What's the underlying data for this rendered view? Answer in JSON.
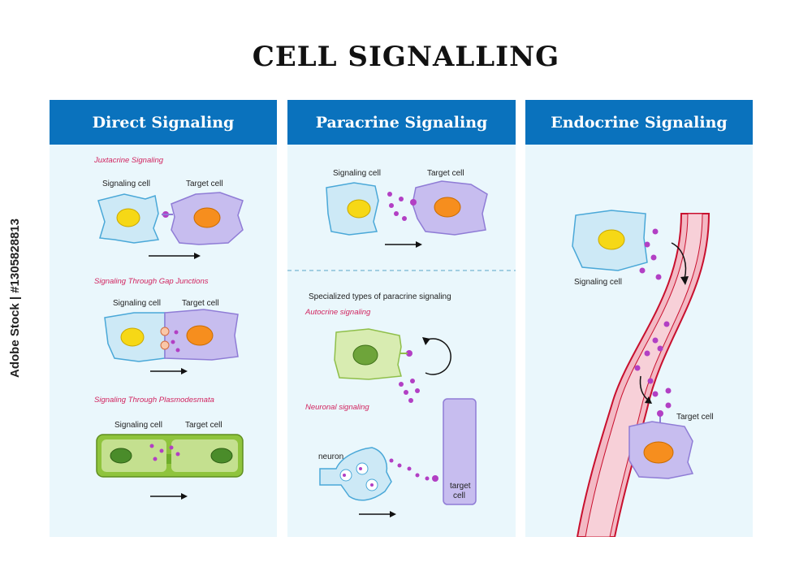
{
  "title": "CELL SIGNALLING",
  "watermark": "Adobe Stock | #1305828813",
  "panels": {
    "direct": {
      "heading": "Direct Signaling",
      "sections": [
        {
          "name": "Juxtacrine Signaling",
          "signaling": "Signaling cell",
          "target": "Target cell"
        },
        {
          "name": "Signaling Through Gap Junctions",
          "signaling": "Signaling cell",
          "target": "Target cell"
        },
        {
          "name": "Signaling Through Plasmodesmata",
          "signaling": "Signaling cell",
          "target": "Target cell"
        }
      ]
    },
    "paracrine": {
      "heading": "Paracrine Signaling",
      "signaling": "Signaling cell",
      "target": "Target cell",
      "specialized": "Specialized types of paracrine signaling",
      "autocrine": "Autocrine signaling",
      "neuronal": "Neuronal signaling",
      "neuron": "neuron",
      "target_cell_line1": "target",
      "target_cell_line2": "cell"
    },
    "endocrine": {
      "heading": "Endocrine Signaling",
      "signaling": "Signaling cell",
      "target": "Target cell"
    }
  },
  "colors": {
    "header": "#0a72bd",
    "panel_bg": "#eaf7fc",
    "section_label": "#d1245f",
    "signal_cell": "#cde9f6",
    "target_cell": "#c7bdef",
    "plant_cell": "#b7d97e",
    "molecule": "#b23fc4",
    "vessel": "#f3b9c4"
  }
}
